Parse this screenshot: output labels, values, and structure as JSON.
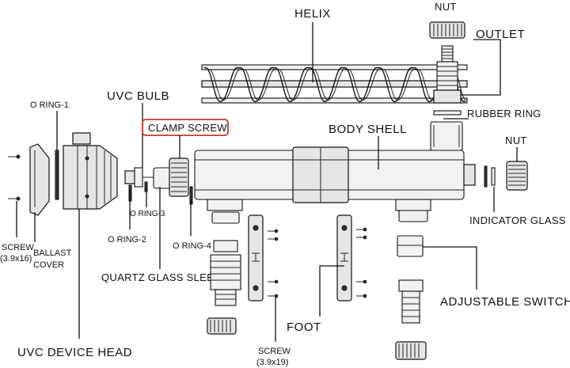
{
  "labels": {
    "helix": "HELIX",
    "nut_top": "NUT",
    "outlet": "OUTLET",
    "o_ring_1": "O RING-1",
    "uvc_bulb": "UVC BULB",
    "clamp_screw": "CLAMP SCREW",
    "body_shell": "BODY SHELL",
    "rubber_ring": "RUBBER RING",
    "nut_right": "NUT",
    "indicator_glass": "INDICATOR GLASS",
    "screw_left_1": "SCREW",
    "screw_left_2": "(3.9x16)",
    "ballast_cover_1": "BALLAST",
    "ballast_cover_2": "COVER",
    "o_ring_3": "O RING-3",
    "o_ring_2": "O RING-2",
    "o_ring_4": "O RING-4",
    "quartz_glass_sleeve": "QUARTZ GLASS SLEEVE",
    "adjustable_switch": "ADJUSTABLE SWITCH",
    "foot": "FOOT",
    "uvc_device_head": "UVC DEVICE HEAD",
    "screw_bottom_1": "SCREW",
    "screw_bottom_2": "(3.9x19)"
  },
  "colors": {
    "ink": "#111111",
    "highlight_border": "#c0392b",
    "background": "#ffffff"
  }
}
